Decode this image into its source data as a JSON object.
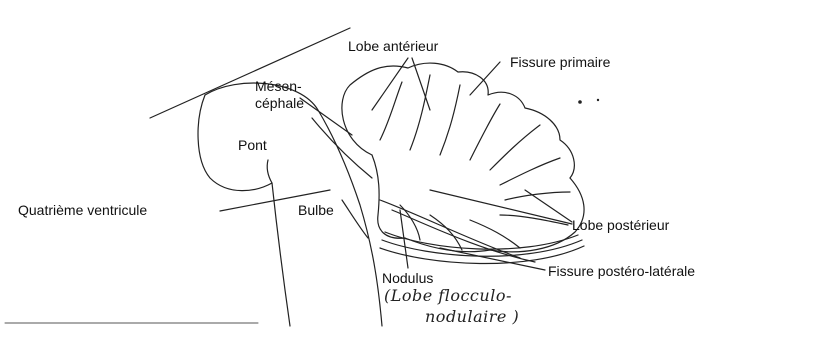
{
  "labels": {
    "lobe_anterieur": "Lobe antérieur",
    "fissure_primaire": "Fissure primaire",
    "mesen": "Mésen-",
    "cephale": "céphale",
    "pont": "Pont",
    "quatrieme_ventricule": "Quatrième ventricule",
    "bulbe": "Bulbe",
    "lobe_posterieur": "Lobe postérieur",
    "nodulus": "Nodulus",
    "fissure_postero_laterale": "Fissure postéro-latérale"
  },
  "handwritten_note": {
    "line1": "(Lobe flocculo-",
    "line2": "nodulaire )"
  }
}
